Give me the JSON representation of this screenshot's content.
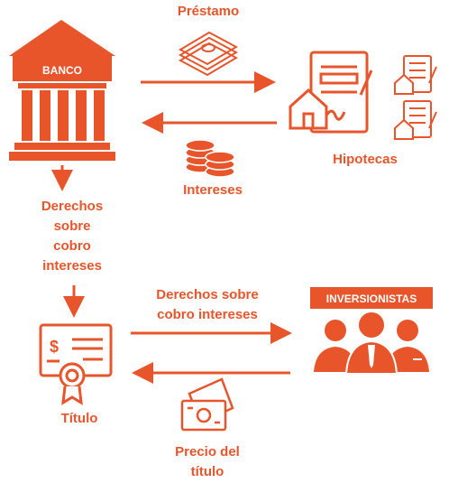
{
  "colors": {
    "accent": "#e8552b",
    "background": "#ffffff"
  },
  "bank": {
    "label": "BANCO",
    "icon": "bank-building-icon"
  },
  "loan": {
    "label": "Préstamo",
    "icon": "money-stack-icon"
  },
  "mortgages": {
    "label": "Hipotecas",
    "icon": "mortgage-document-icon"
  },
  "interest": {
    "label": "Intereses",
    "icon": "coin-stacks-icon"
  },
  "rights": {
    "lines": [
      "Derechos",
      "sobre",
      "cobro",
      "intereses"
    ]
  },
  "title_doc": {
    "label": "Título",
    "icon": "certificate-icon"
  },
  "investors": {
    "label": "INVERSIONISTAS",
    "icon": "investors-group-icon"
  },
  "rights_sale": {
    "lines": [
      "Derechos sobre",
      "cobro intereses"
    ]
  },
  "price": {
    "lines": [
      "Precio del",
      "título"
    ],
    "icon": "banknote-icon"
  }
}
